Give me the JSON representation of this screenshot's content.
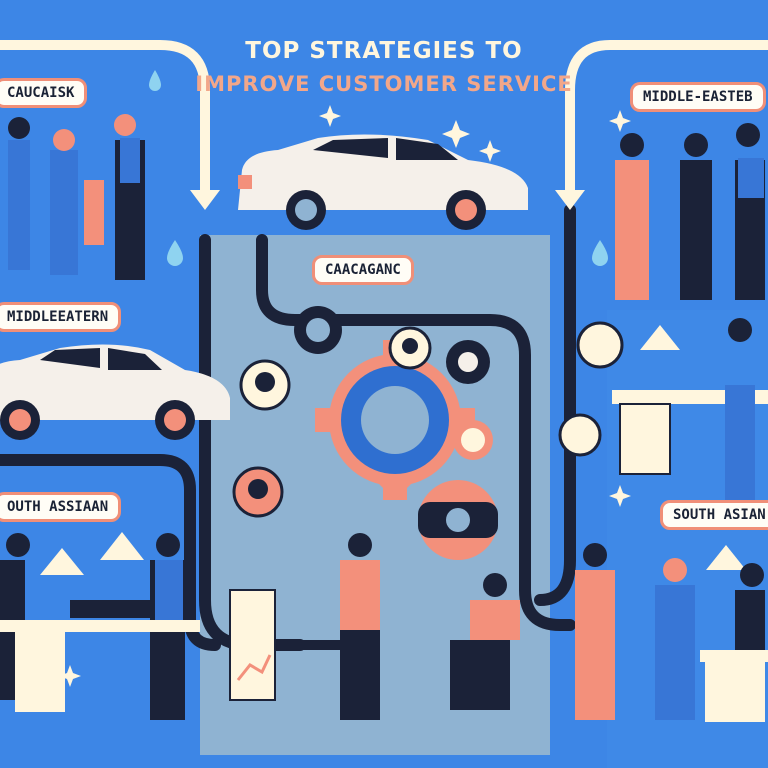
{
  "title": {
    "line1": "TOP STRATEGIES TO",
    "line2": "IMPROVE CUSTOMER SERVICE"
  },
  "labels": {
    "top_left": "CAUCAISK",
    "top_right": "MIDDLE-EASTEB",
    "center": "CAACAGANC",
    "mid_left": "MIDDLEEATERN",
    "bottom_left": "OUTH ASSIAAN",
    "bottom_right": "SOUTH ASIAN"
  },
  "colors": {
    "background": "#3d86e6",
    "center_panel": "#8fb3d2",
    "accent_salmon": "#f3907b",
    "cream": "#fff6de",
    "road": "#1b2238"
  },
  "icons": [
    "car-icon",
    "gear-icon",
    "tire-icon",
    "sparkle-icon",
    "water-drop-icon",
    "wrench-icon",
    "chat-bubble-icon",
    "lamp-icon"
  ]
}
